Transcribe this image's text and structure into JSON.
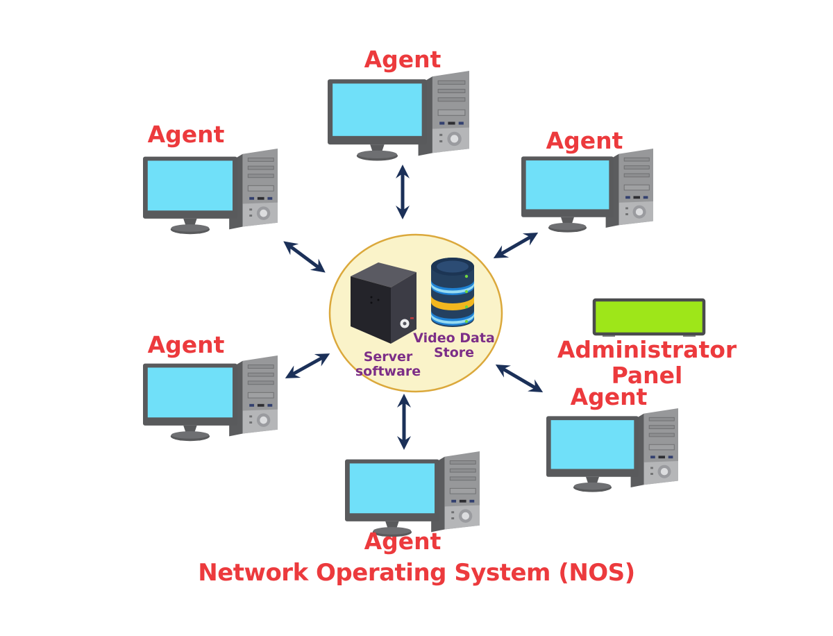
{
  "diagram": {
    "caption": "Network Operating System (NOS)",
    "agents": [
      {
        "position": "top",
        "label": "Agent"
      },
      {
        "position": "upper-left",
        "label": "Agent"
      },
      {
        "position": "upper-right",
        "label": "Agent"
      },
      {
        "position": "middle-left",
        "label": "Agent"
      },
      {
        "position": "bottom",
        "label": "Agent"
      },
      {
        "position": "lower-right",
        "label": "Agent"
      }
    ],
    "hub": {
      "server_label_lines": [
        "Server",
        "software"
      ],
      "store_label_lines": [
        "Video Data",
        "Store"
      ]
    },
    "admin_panel": {
      "label_lines": [
        "Administrator",
        "Panel"
      ]
    },
    "icons": [
      "agent-computer-icon",
      "server-tower-icon",
      "database-stack-icon",
      "admin-panel-screen-icon",
      "double-headed-arrow-icon"
    ],
    "colors": {
      "label_red": "#EC3A3D",
      "arrow_navy": "#1B3058",
      "hub_fill": "#FAF3C9",
      "hub_border": "#DBA83B",
      "screen_cyan": "#70E0F9",
      "admin_green": "#9EE619",
      "hub_text_purple": "#7C2E87",
      "db_body_navy": "#24405F",
      "db_blue_band": "#1F82D4",
      "db_yellow_band": "#F2B71F"
    }
  }
}
